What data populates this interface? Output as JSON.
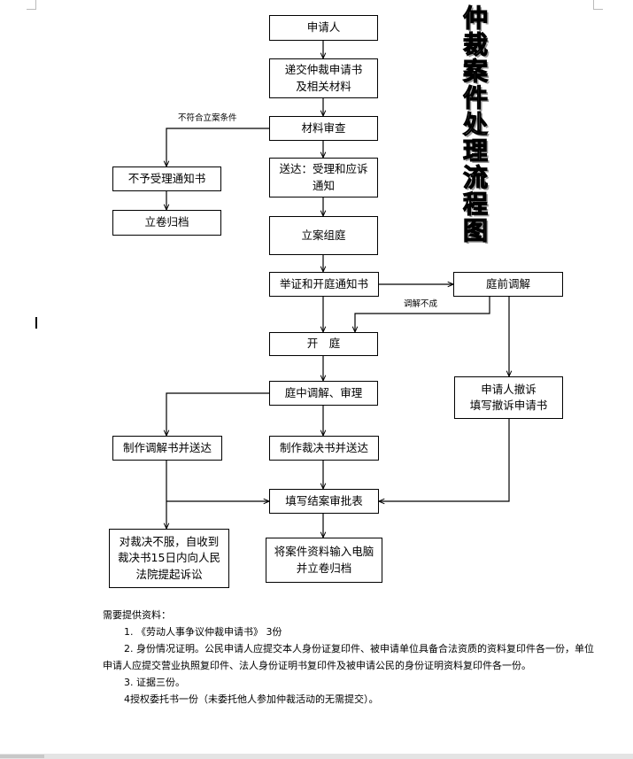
{
  "title_chars": [
    "仲",
    "裁",
    "案",
    "件",
    "处",
    "理",
    "流",
    "程",
    "图"
  ],
  "nodes": {
    "applicant": "申请人",
    "submit": "递交仲裁申请书\n及相关材料",
    "review": "材料审查",
    "reject_notice": "不予受理通知书",
    "archive_reject": "立卷归档",
    "service": "送达：受理和应诉\n通知",
    "tribunal": "立案组庭",
    "evidence": "举证和开庭通知书",
    "pre_mediation": "庭前调解",
    "hearing": "开　庭",
    "trial_mediation": "庭中调解、审理",
    "withdraw": "申请人撤诉\n填写撤诉申请书",
    "mediation_doc": "制作调解书并送达",
    "award_doc": "制作裁决书并送达",
    "closing_form": "填写结案审批表",
    "appeal": "对裁决不服，自收到\n裁决书15日内向人民\n法院提起诉讼",
    "input_archive": "将案件资料输入电脑\n并立卷归档"
  },
  "edge_labels": {
    "not_qualified": "不符合立案条件",
    "mediation_failed": "调解不成"
  },
  "notes": {
    "heading": "需要提供资料：",
    "item1": "1. 《劳动人事争议仲裁申请书》 3份",
    "item2": "2. 身份情况证明。公民申请人应提交本人身份证复印件、被申请单位具备合法资质的资料复印件各一份，单位申请人应提交营业执照复印件、法人身份证明书复印件及被申请公民的身份证明资料复印件各一份。",
    "item3": "3. 证据三份。",
    "item4": "4授权委托书一份（未委托他人参加仲裁活动的无需提交）。"
  }
}
